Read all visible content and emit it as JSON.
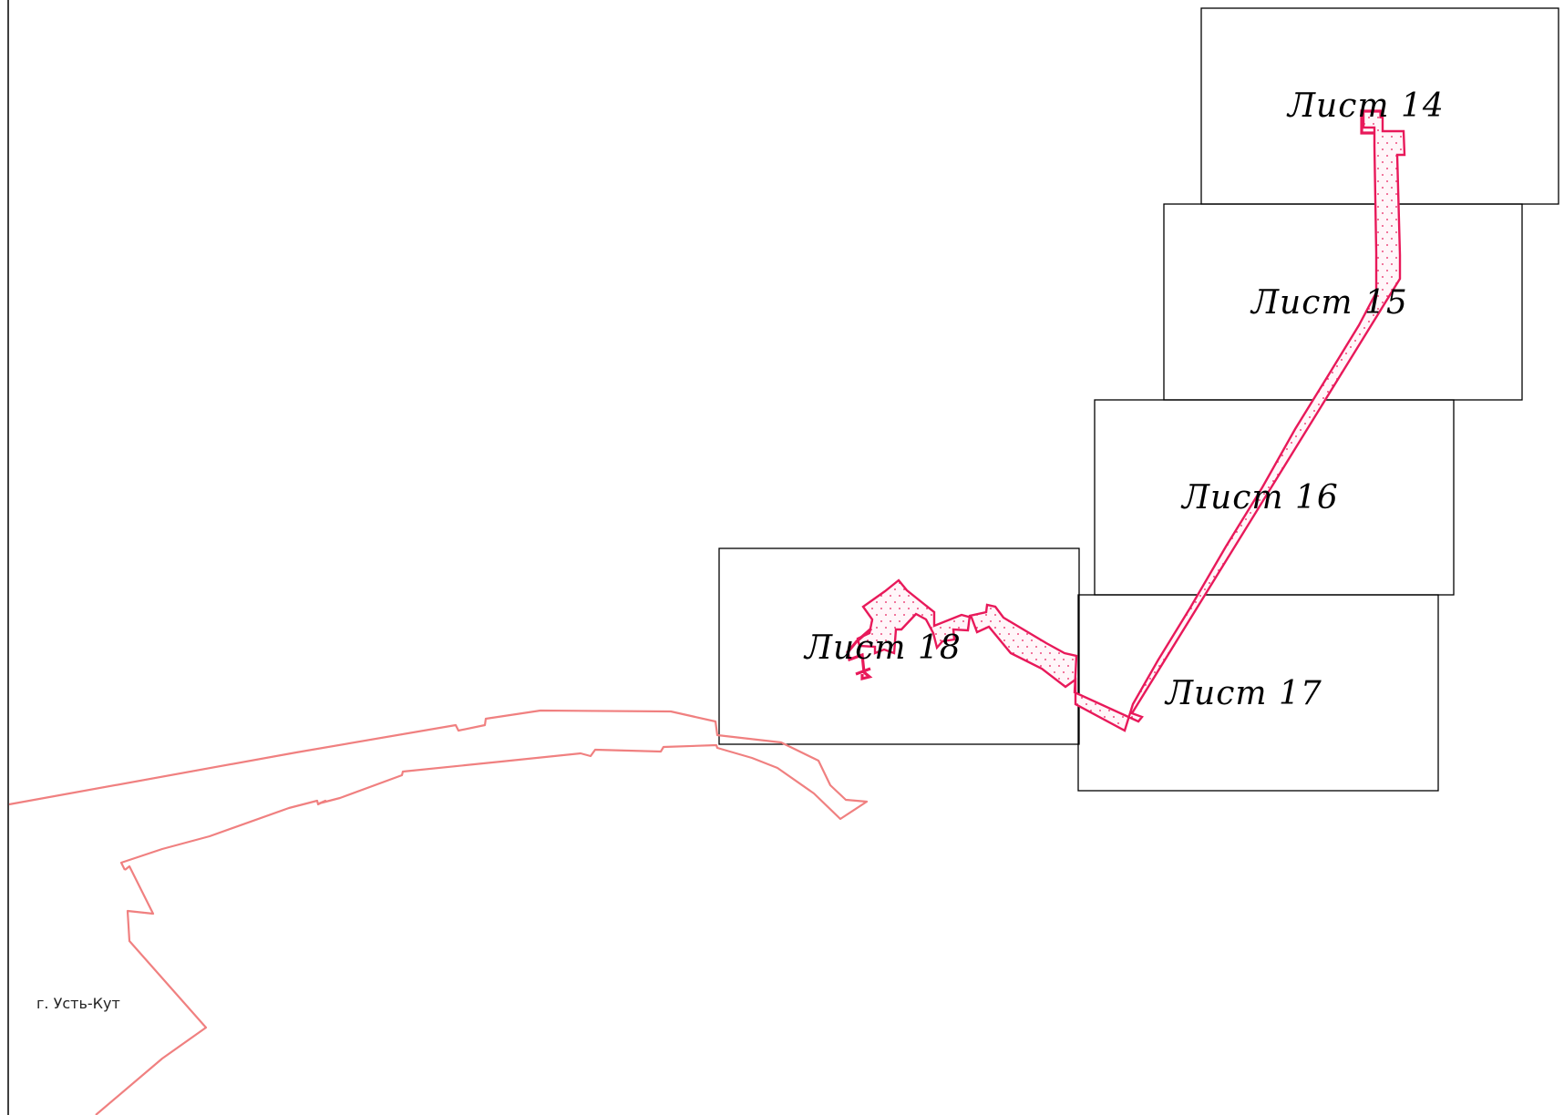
{
  "map": {
    "sheets": [
      {
        "id": "sheet-14",
        "label": "Лист  14"
      },
      {
        "id": "sheet-15",
        "label": "Лист  15"
      },
      {
        "id": "sheet-16",
        "label": "Лист  16"
      },
      {
        "id": "sheet-17",
        "label": "Лист  17"
      },
      {
        "id": "sheet-18",
        "label": "Лист  18"
      }
    ],
    "city_label": "г. Усть-Кут",
    "colors": {
      "city_boundary": "#f08080",
      "corridor_stroke": "#e8195a",
      "corridor_fill": "#fff3f7",
      "corridor_dots": "#e8195a",
      "sheet_frame": "#000000"
    }
  }
}
